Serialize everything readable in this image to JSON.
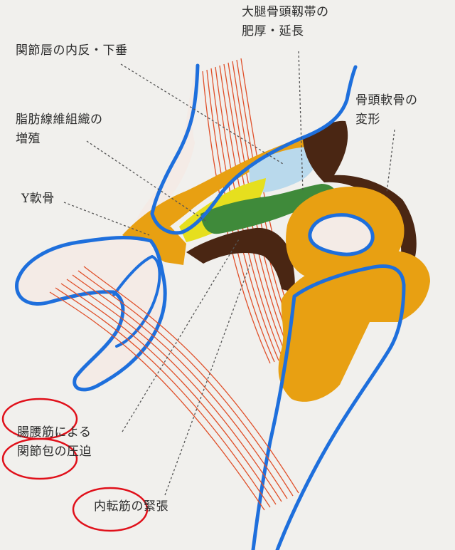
{
  "labels": {
    "femoral_head_ligament": [
      "大腿骨頭靱帯の",
      "肥厚・延長"
    ],
    "labrum": "関節唇の内反・下垂",
    "fibrofatty": [
      "脂肪線維組織の",
      "増殖"
    ],
    "y_cartilage": "Y軟骨",
    "head_cartilage": [
      "骨頭軟骨の",
      "変形"
    ],
    "iliopsoas": [
      "腸腰筋による",
      "関節包の圧迫"
    ],
    "adductor": "内転筋の緊張"
  },
  "colors": {
    "background": "#f1f0ed",
    "bone_outline": "#1e6fdc",
    "cartilage": "#e8a012",
    "capsule_brown": "#4a2613",
    "ligament_green": "#3f8a3a",
    "fat_yellow": "#e6df1e",
    "light_blue": "#b9d9ec",
    "muscle_red": "#e0502a",
    "highlight_circle": "#e0101a",
    "leader_line": "#555555"
  }
}
